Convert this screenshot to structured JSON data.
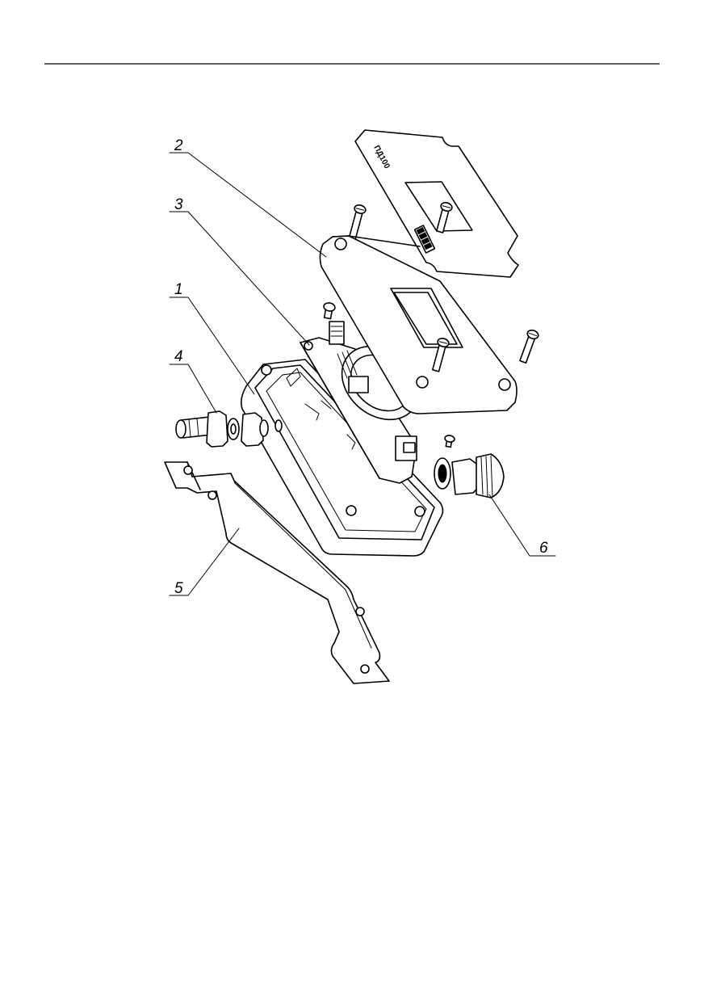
{
  "drawing": {
    "type": "exploded-assembly-view",
    "nameplate_text": "ПД100",
    "callouts": [
      {
        "label": "1",
        "part": "housing-base"
      },
      {
        "label": "2",
        "part": "housing-cover"
      },
      {
        "label": "3",
        "part": "circuit-board"
      },
      {
        "label": "4",
        "part": "pressure-fitting"
      },
      {
        "label": "5",
        "part": "mounting-bracket"
      },
      {
        "label": "6",
        "part": "cable-gland"
      }
    ]
  }
}
